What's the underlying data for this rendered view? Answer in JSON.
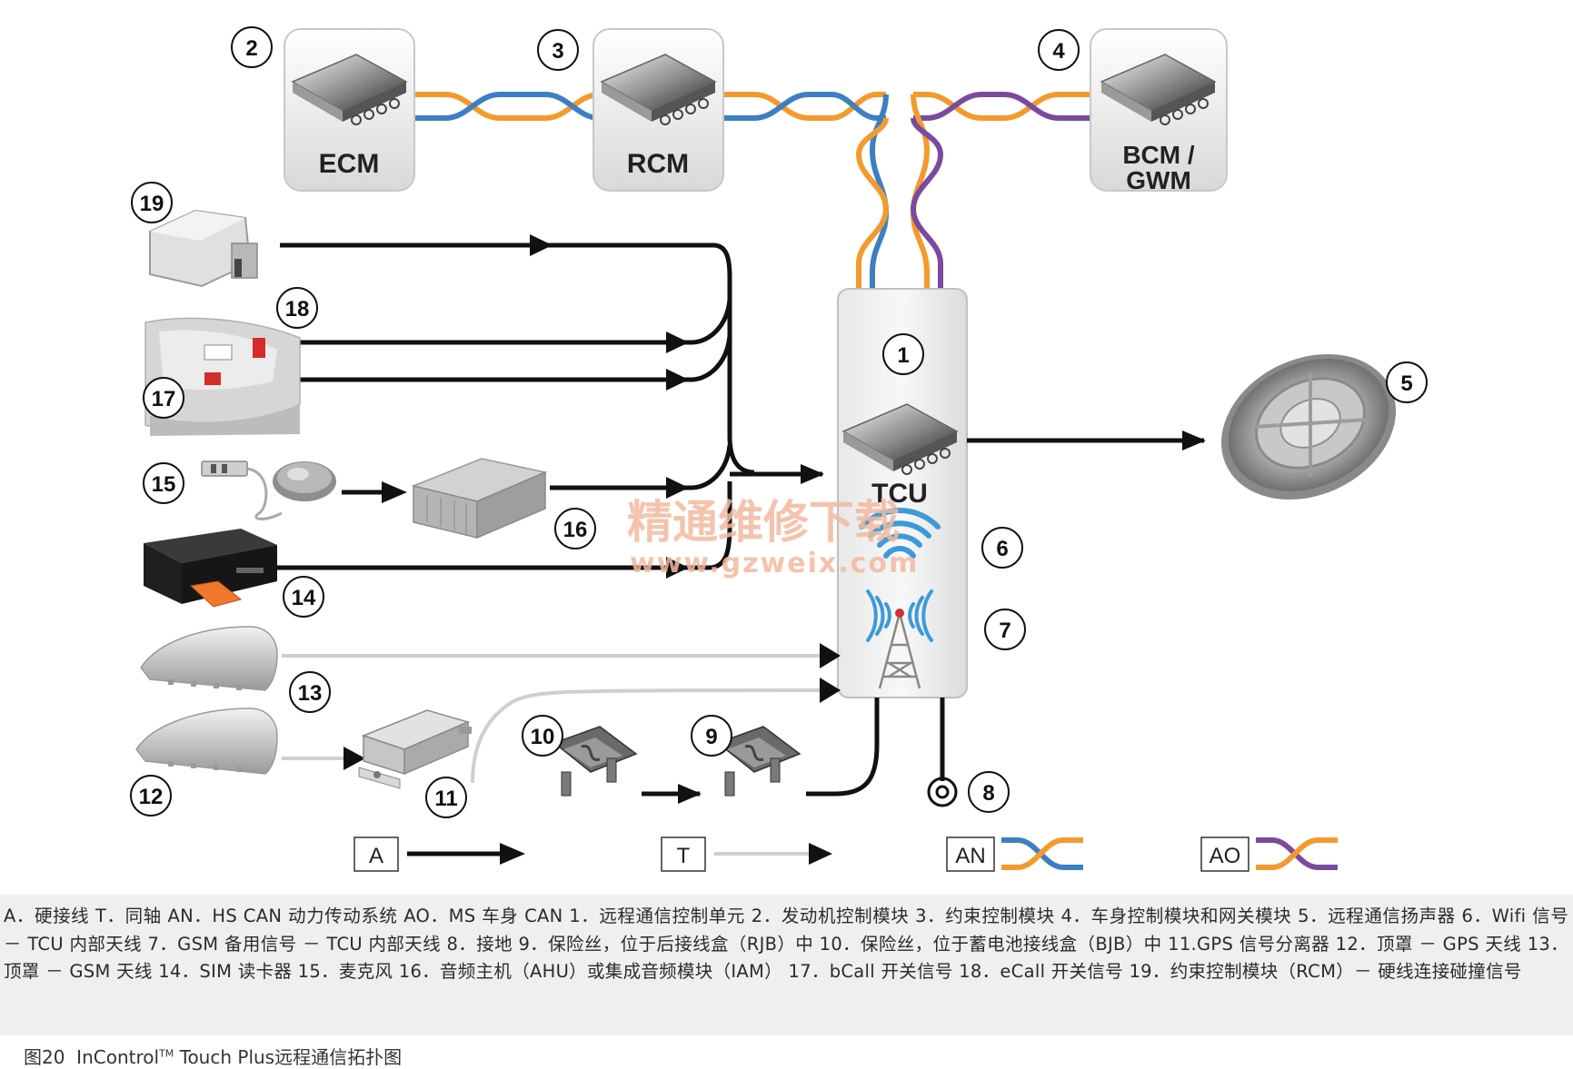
{
  "numbers": {
    "n1": "1",
    "n2": "2",
    "n3": "3",
    "n4": "4",
    "n5": "5",
    "n6": "6",
    "n7": "7",
    "n8": "8",
    "n9": "9",
    "n10": "10",
    "n11": "11",
    "n12": "12",
    "n13": "13",
    "n14": "14",
    "n15": "15",
    "n16": "16",
    "n17": "17",
    "n18": "18",
    "n19": "19"
  },
  "modules": {
    "ecm": "ECM",
    "rcm": "RCM",
    "bcm_line1": "BCM /",
    "bcm_line2": "GWM",
    "tcu": "TCU"
  },
  "legend_keys": {
    "hardwire": "A",
    "coax": "T",
    "hs_can": "AN",
    "ms_can": "AO"
  },
  "watermark": {
    "line1": "精通维修下载",
    "line2": "www.gzweix.com"
  },
  "legend_text": "A．硬接线 T．同轴 AN．HS CAN 动力传动系统 AO．MS 车身 CAN 1．远程通信控制单元 2．发动机控制模块 3．约束控制模块 4．车身控制模块和网关模块 5．远程通信扬声器 6．Wifi 信号 － TCU 内部天线 7．GSM 备用信号 － TCU 内部天线 8．接地 9．保险丝，位于后接线盒（RJB）中 10．保险丝，位于蓄电池接线盒（BJB）中 11.GPS 信号分离器 12．顶罩 － GPS 天线 13．顶罩 － GSM 天线 14．SIM 读卡器 15．麦克风 16．音频主机（AHU）或集成音频模块（IAM） 17．bCall 开关信号 18．eCall 开关信号 19．约束控制模块（RCM）－ 硬线连接碰撞信号",
  "caption": {
    "prefix": "图20",
    "brand": "InControl",
    "tm": "TM",
    "rest": " Touch Plus远程通信拓扑图"
  },
  "colors": {
    "hs_can_orange": "#f39a2e",
    "hs_can_blue": "#3d7fc2",
    "ms_can_purple": "#7b4a9e",
    "hardwire": "#111111",
    "coax": "#cfcfcf",
    "watermark": "#f3b9a0"
  }
}
